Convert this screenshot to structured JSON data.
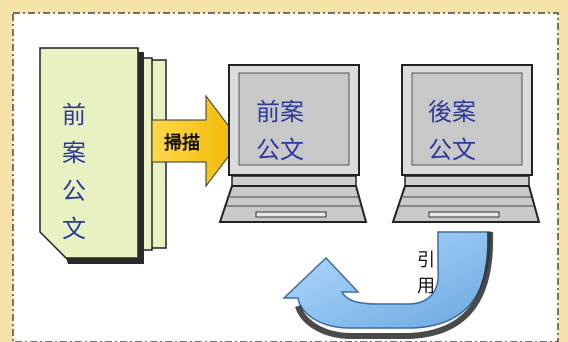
{
  "document_stack": {
    "label": "前案公文"
  },
  "scan_arrow": {
    "label": "掃描"
  },
  "computer_before": {
    "line1": "前案",
    "line2": "公文"
  },
  "computer_after": {
    "line1": "後案",
    "line2": "公文"
  },
  "reference_arrow": {
    "label": "引用"
  },
  "colors": {
    "background": "#f6e3a8",
    "panel": "#ffffff",
    "document": "#e8f1c2",
    "scan_arrow": "#f5c400",
    "screen": "#c8c8c8",
    "monitor": "#dcdcdc",
    "reference_arrow": "#8fc3f0",
    "text": "#2b3a9a"
  }
}
